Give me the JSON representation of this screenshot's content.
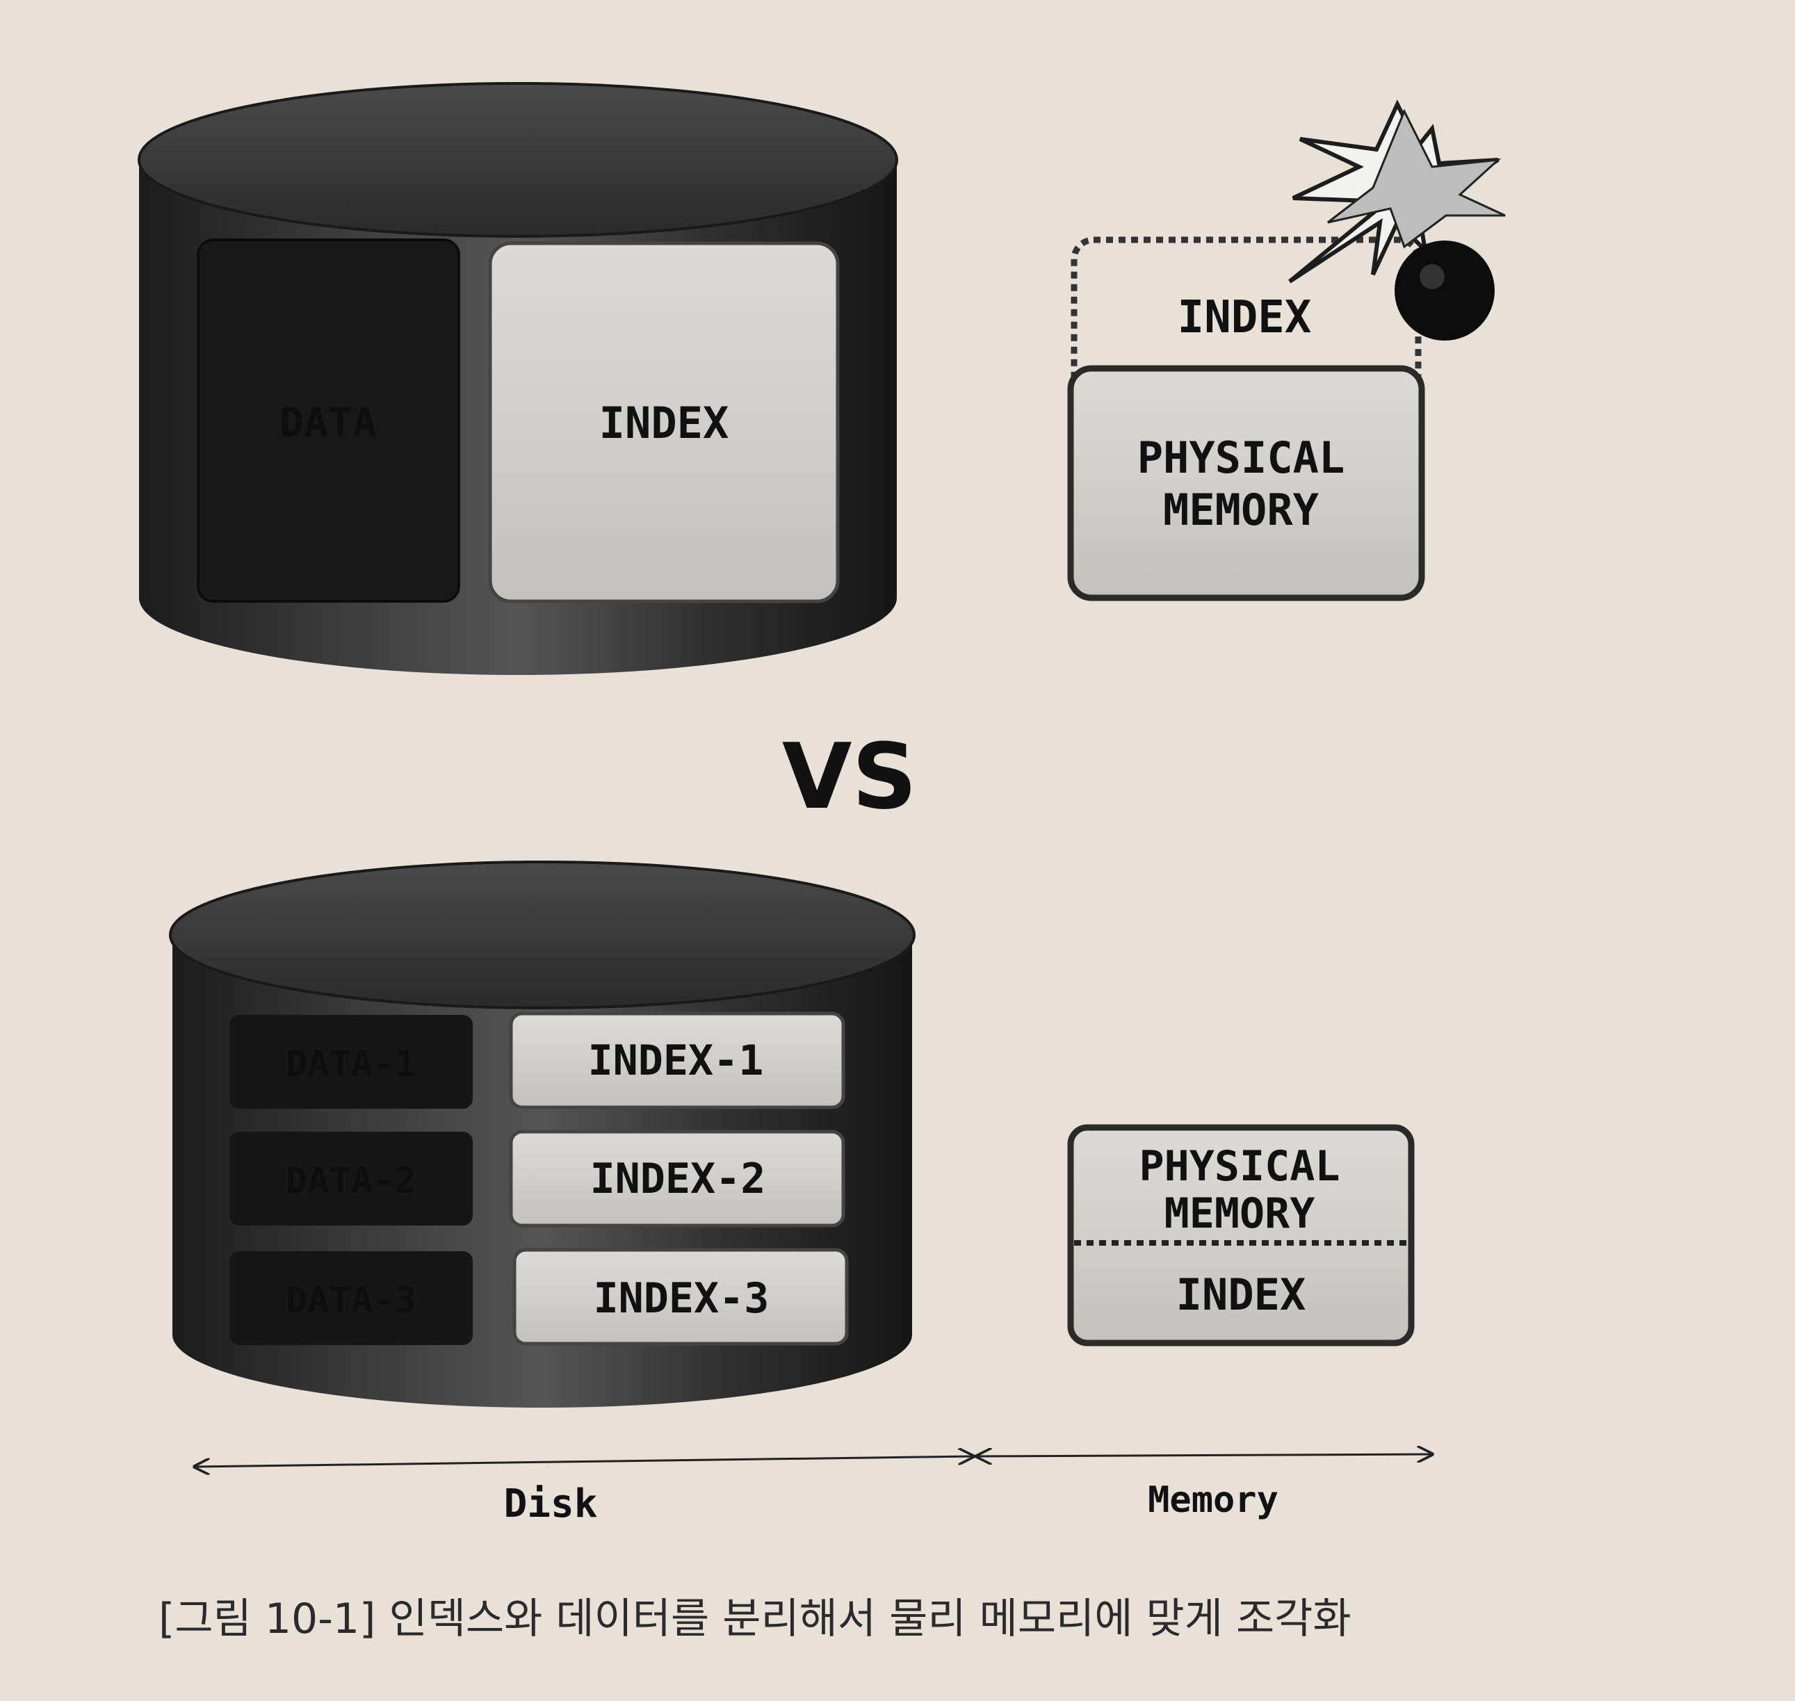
{
  "disk_top": {
    "data_label": "DATA",
    "index_label": "INDEX"
  },
  "memory_top": {
    "index_label": "INDEX",
    "physical_memory_label_line1": "PHYSICAL",
    "physical_memory_label_line2": "MEMORY"
  },
  "vs_label": "VS",
  "disk_bottom": {
    "data_labels": [
      "DATA-1",
      "DATA-2",
      "DATA-3"
    ],
    "index_labels": [
      "INDEX-1",
      "INDEX-2",
      "INDEX-3"
    ]
  },
  "memory_bottom": {
    "physical_memory_label_line1": "PHYSICAL",
    "physical_memory_label_line2": "MEMORY",
    "index_label": "INDEX"
  },
  "axis": {
    "disk_label": "Disk",
    "memory_label": "Memory"
  },
  "caption": "[그림 10-1] 인덱스와 데이터를 분리해서 물리 메모리에 맞게 조각화",
  "colors": {
    "page": "#e7e1d8",
    "cylinder_dark": "#2a2a2a",
    "panel_light": "#cfcdc9",
    "ink": "#111111"
  },
  "icons": [
    "explosion-icon",
    "bomb-icon"
  ]
}
